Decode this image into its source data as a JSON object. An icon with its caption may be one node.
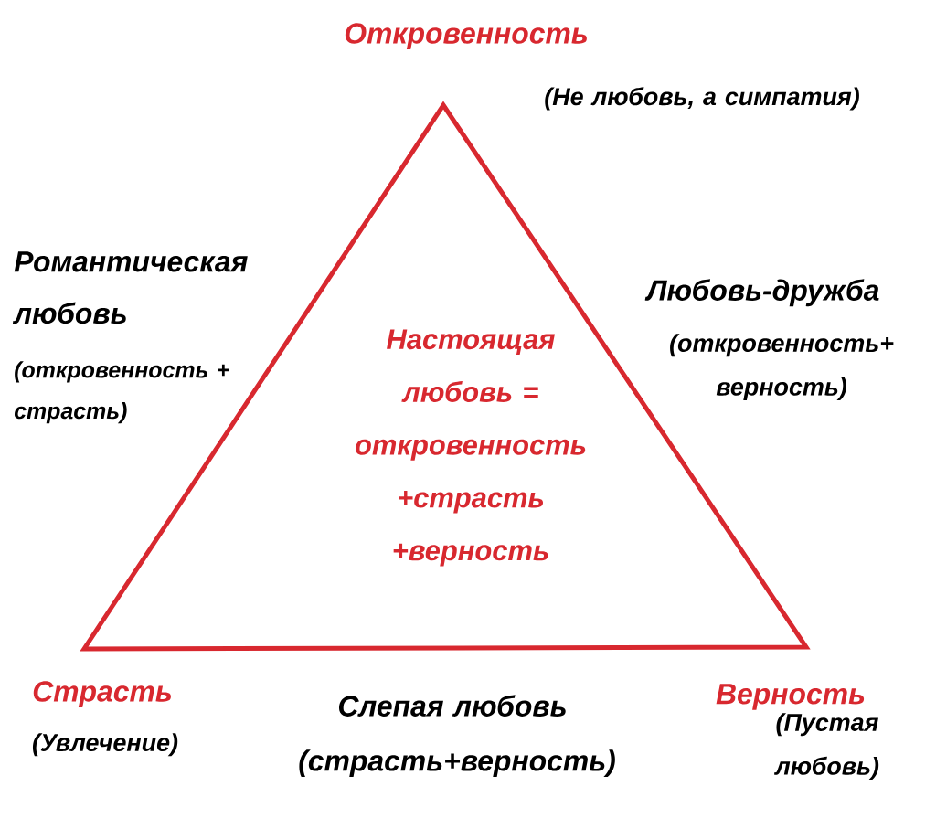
{
  "diagram": {
    "nodes": [
      {
        "text": [
          "Настоящая любовь = откровенность +страсть +верность"
        ]
      }
    ],
    "labels": [
      "Откровенность",
      "(Не любовь, а симпатия)",
      "Романтическая любовь",
      "(откровенность + страсть)",
      "Любовь-дружба",
      "(откровенность+ верность)",
      "Страсть",
      "(Увлечение)",
      "Слепая любовь",
      "(страсть+верность)",
      "Верность",
      "(Пустая любовь)"
    ]
  }
}
